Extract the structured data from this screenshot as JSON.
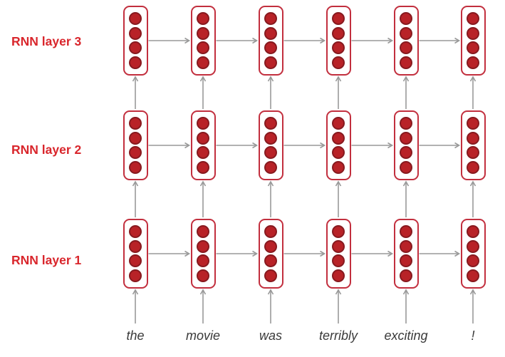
{
  "diagram": {
    "type": "stacked-rnn",
    "layers": [
      {
        "level": 3,
        "label": "RNN layer 3"
      },
      {
        "level": 2,
        "label": "RNN layer 2"
      },
      {
        "level": 1,
        "label": "RNN layer 1"
      }
    ],
    "words": [
      "the",
      "movie",
      "was",
      "terribly",
      "exciting",
      "!"
    ],
    "timesteps": 6,
    "neurons_per_cell": 4,
    "colors": {
      "cell_border": "#c22f3e",
      "neuron_fill": "#b82227",
      "neuron_stroke": "#871a1f",
      "arrow": "#999999",
      "layer_label_text": "#d9262c",
      "word_text": "#3a3a3a",
      "background": "#ffffff"
    }
  }
}
